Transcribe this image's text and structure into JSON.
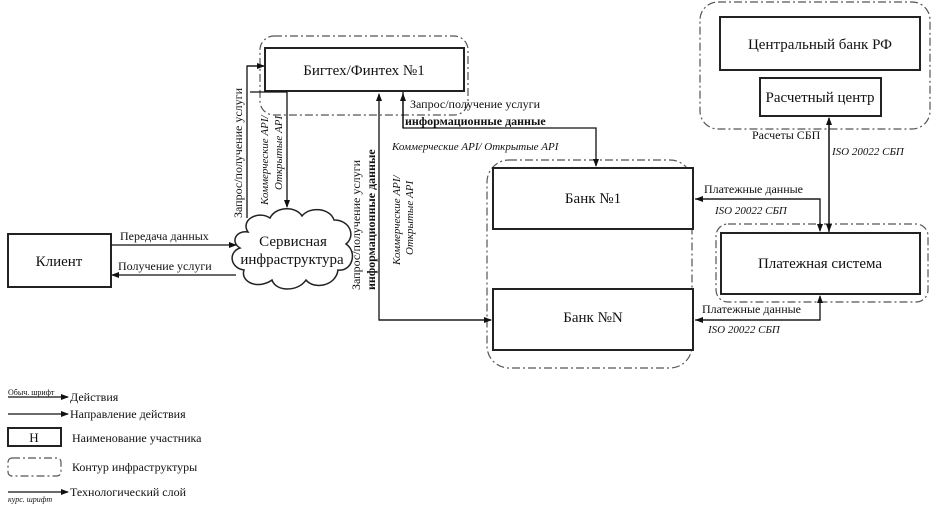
{
  "diagram": {
    "nodes": {
      "client": "Клиент",
      "service_infra_line1": "Сервисная",
      "service_infra_line2": "инфраструктура",
      "bigtech": "Бигтех/Финтех №1",
      "central_bank": "Центральный банк РФ",
      "settlement_center": "Расчетный центр",
      "bank1": "Банк №1",
      "bankN": "Банк №N",
      "payment_system": "Платежная система"
    },
    "edges": {
      "data_transfer": "Передача данных",
      "service_receive": "Получение услуги",
      "request_service_left": "Запрос/получение услуги",
      "api_left_1": "Коммерческие API/",
      "api_left_2": "Открытые API",
      "request_service_top": "Запрос/получение услуги",
      "info_data_top": "информационные данные",
      "api_top": "Коммерческие API/ Открытые API",
      "request_service_mid": "Запрос/получение услуги",
      "info_data_mid": "информационные данные",
      "api_mid_1": "Коммерческие API/",
      "api_mid_2": "Открытые API",
      "sbp_settlements": "Расчеты СБП",
      "iso_sbp_cb": "ISO 20022 СБП",
      "payment_data_1": "Платежные данные",
      "iso_sbp_1": "ISO 20022 СБП",
      "payment_data_N": "Платежные данные",
      "iso_sbp_N": "ISO 20022 СБП"
    }
  },
  "legend": {
    "actions_sample": "Обыч. шрифт",
    "actions": "Действия",
    "direction": "Направление действия",
    "participant_sample": "Н",
    "participant": "Наименование участника",
    "contour": "Контур инфраструктуры",
    "tech_sample": "курс. шрифт",
    "tech_layer": "Технологический слой"
  }
}
